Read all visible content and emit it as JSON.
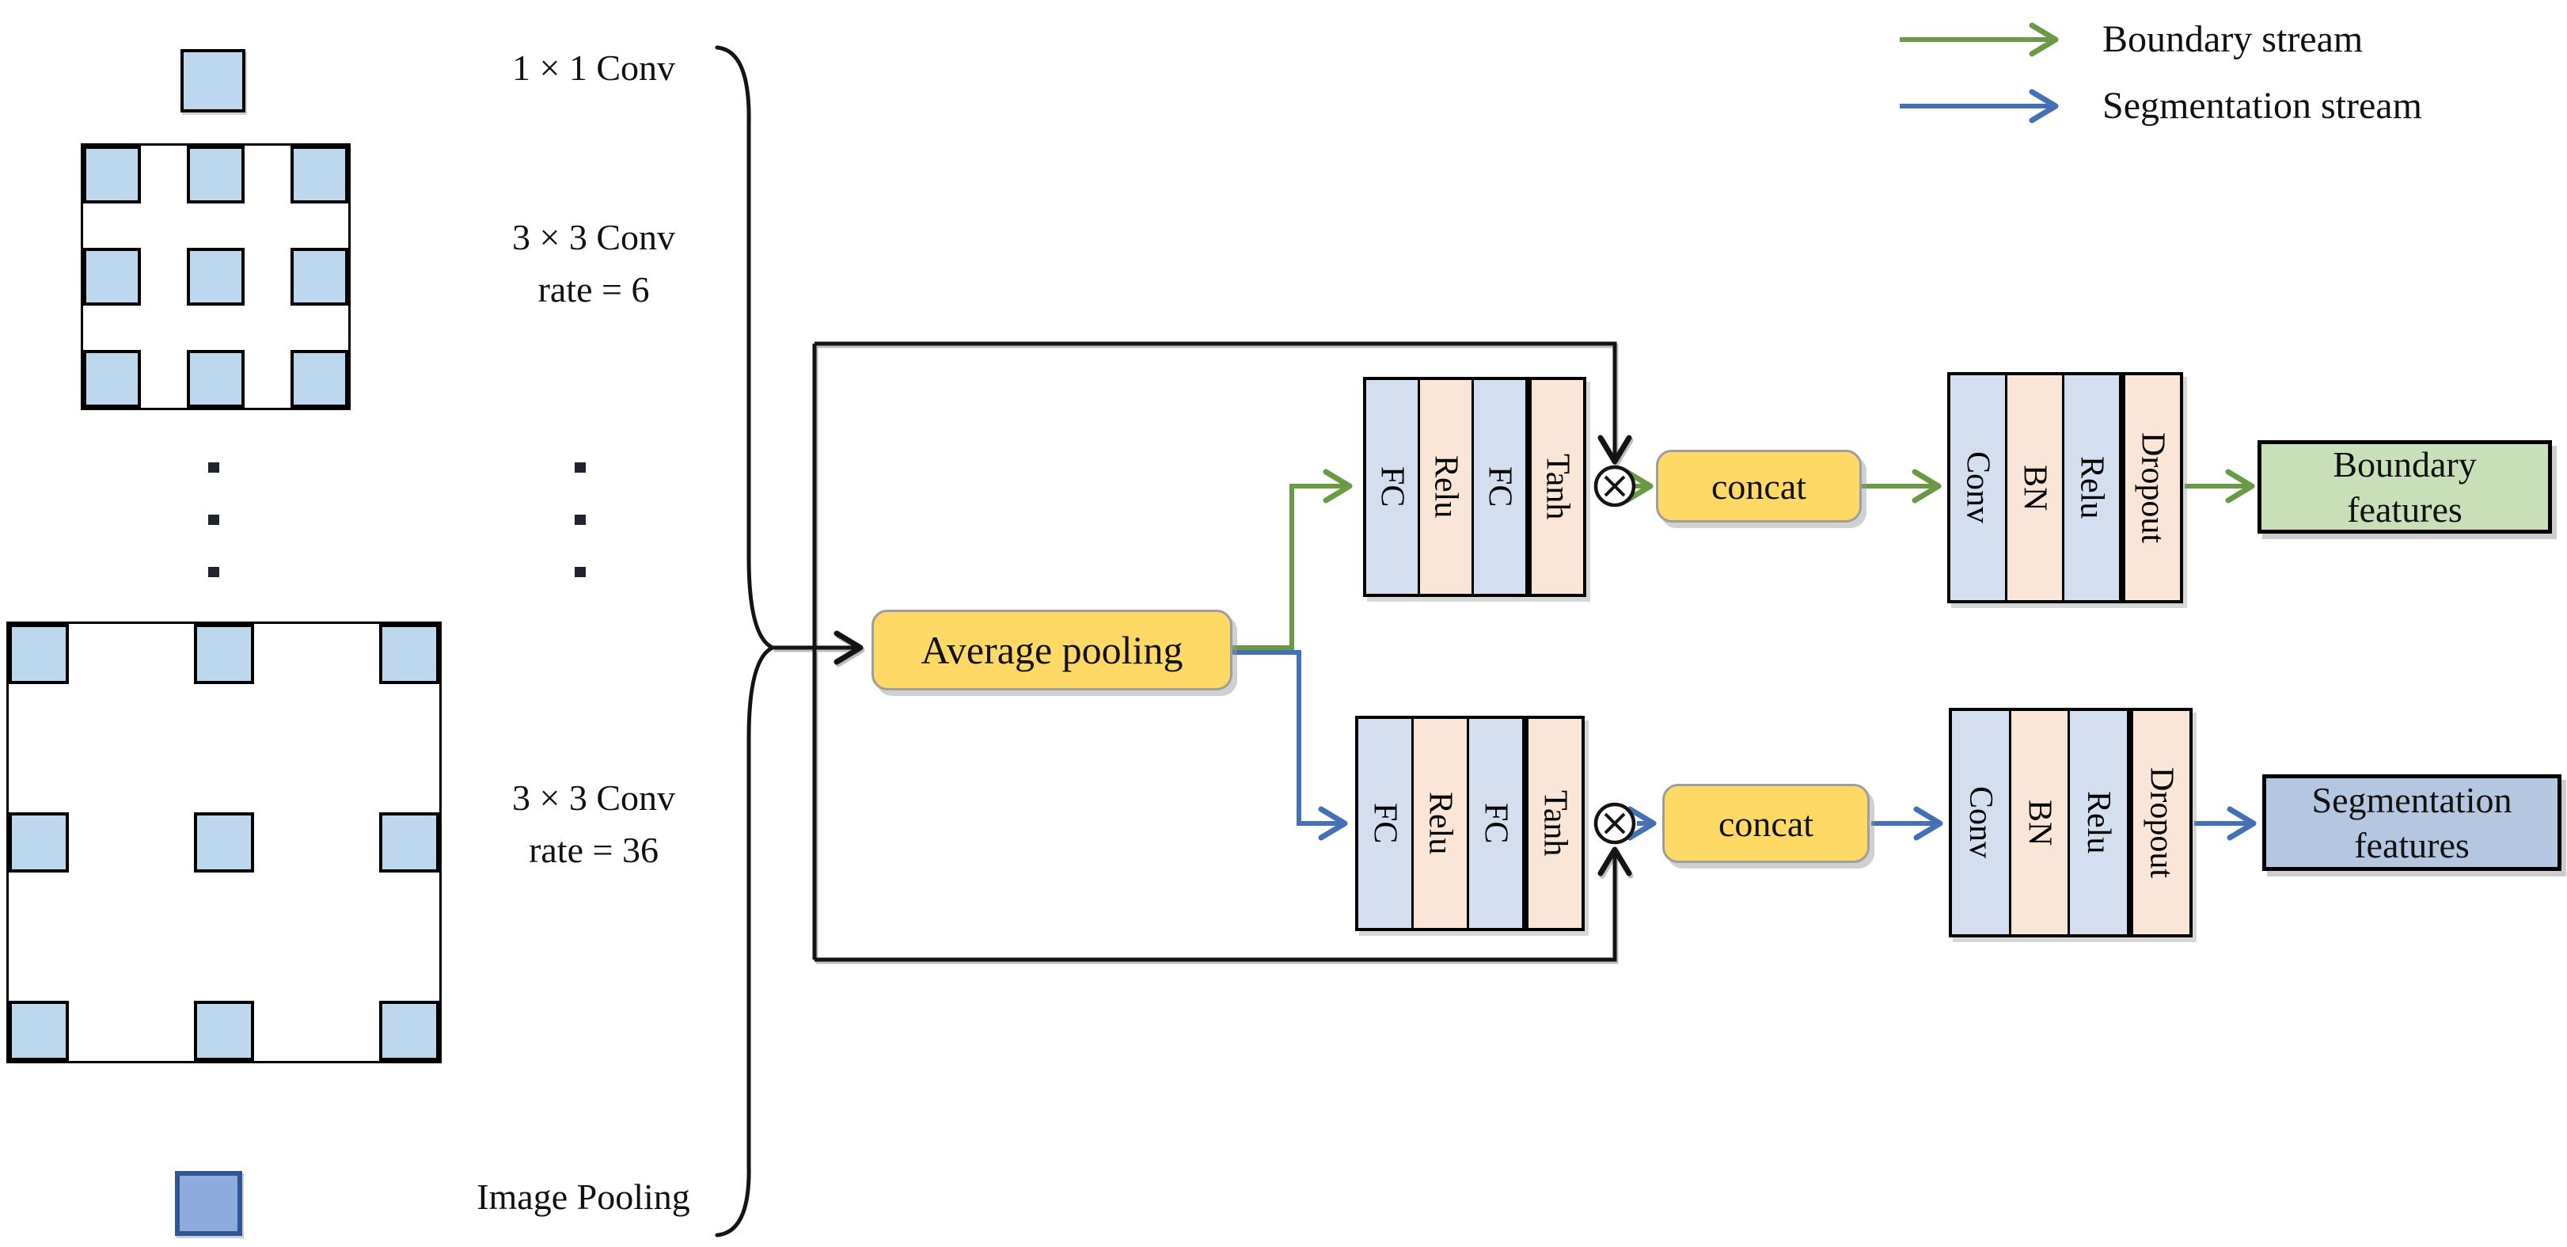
{
  "legend": {
    "boundary": {
      "label": "Boundary stream",
      "color": "#6b9a47"
    },
    "segmentation": {
      "label": "Segmentation stream",
      "color": "#4470b5"
    }
  },
  "branches": [
    {
      "label": "1 × 1 Conv"
    },
    {
      "label": "3 × 3 Conv",
      "rate": "rate = 6"
    },
    {
      "label": "3 × 3 Conv",
      "rate": "rate = 36"
    },
    {
      "label": "Image Pooling"
    }
  ],
  "nodes": {
    "average_pooling": {
      "label": "Average pooling",
      "fill": "#ffd966"
    },
    "concat_top": {
      "label": "concat",
      "fill": "#ffd966"
    },
    "concat_bottom": {
      "label": "concat",
      "fill": "#ffd966"
    },
    "boundary_features": {
      "label": "Boundary features",
      "fill": "#c8e0b8"
    },
    "segmentation_features": {
      "label": "Segmentation features",
      "fill": "#b4c7e0"
    }
  },
  "layers": {
    "fc": [
      "FC",
      "Relu",
      "FC",
      "Tanh"
    ],
    "conv": [
      "Conv",
      "BN",
      "Relu",
      "Dropout"
    ]
  },
  "palette": {
    "kernel_fill": "#bdd7ee",
    "image_pool_fill": "#8faadc",
    "image_pool_border": "#2e5597",
    "strip_blue": "#d3dff1",
    "strip_peach": "#fbe5d6",
    "multiply_symbol": "⊗"
  }
}
